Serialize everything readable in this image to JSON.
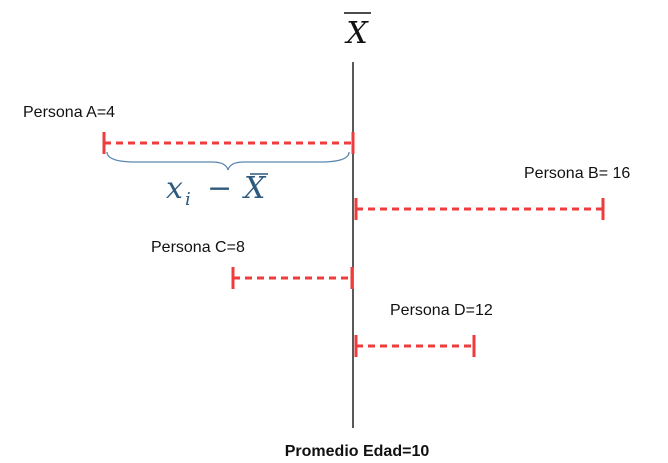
{
  "diagram": {
    "mean_symbol": "X",
    "footer_label": "Promedio Edad=10",
    "formula": {
      "xi": "x",
      "sub": "i",
      "minus": "−",
      "xbar": "X"
    },
    "persons": [
      {
        "label": "Persona A=4"
      },
      {
        "label": "Persona B= 16"
      },
      {
        "label": "Persona C=8"
      },
      {
        "label": "Persona D=12"
      }
    ]
  },
  "colors": {
    "deviation": "#ee3b3b",
    "axis": "#222222",
    "brace": "#5b86b0",
    "formula": "#2e5a7e"
  }
}
